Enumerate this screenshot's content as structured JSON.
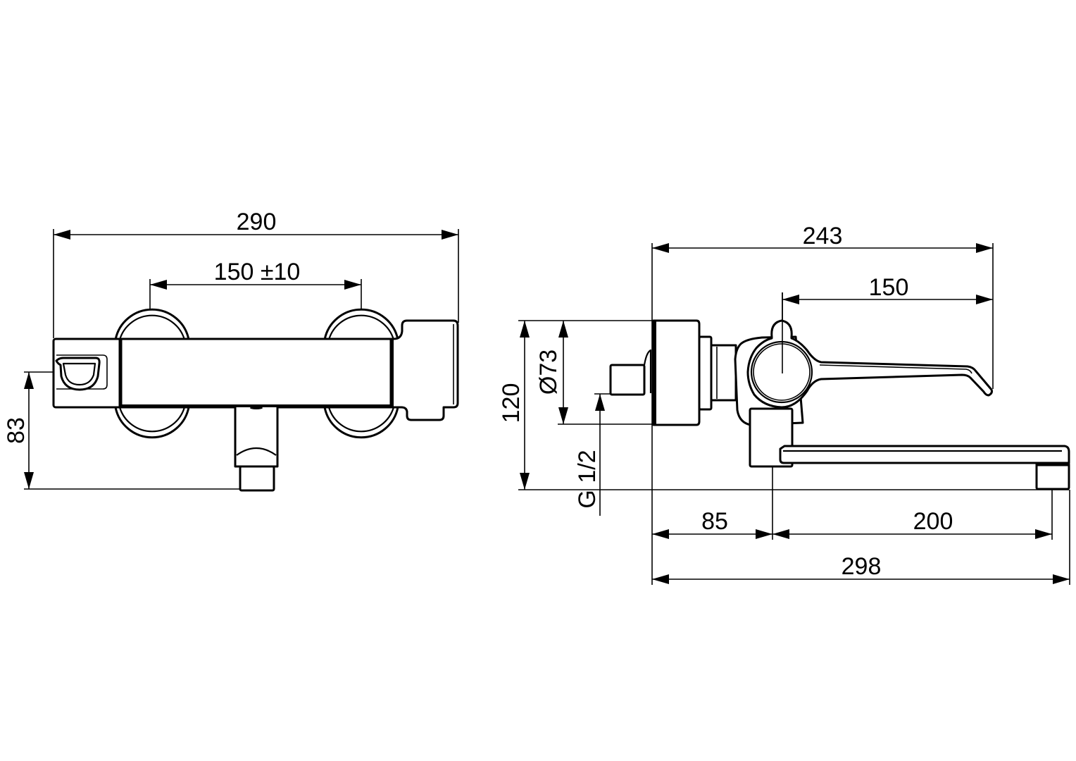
{
  "drawing": {
    "type": "technical-dimension-drawing",
    "subject": "wall-mounted mixer tap",
    "units": "mm",
    "line_color": "#000000",
    "background": "#ffffff"
  },
  "front_view": {
    "dimensions": {
      "overall_width": "290",
      "connection_spacing": "150 ±10",
      "height_to_outlet": "83"
    }
  },
  "side_view": {
    "dimensions": {
      "depth_to_lever_tip": "243",
      "lever_length": "150",
      "rosette_diameter": "Ø73",
      "overall_height": "120",
      "thread": "G 1/2",
      "wall_to_spout_axis": "85",
      "spout_reach": "200",
      "overall_depth": "298"
    }
  }
}
